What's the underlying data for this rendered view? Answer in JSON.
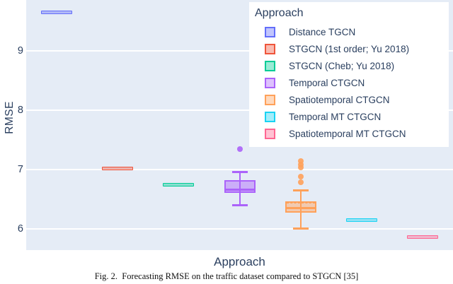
{
  "figure": {
    "caption": "Fig. 2.  Forecasting RMSE on the traffic dataset compared to STGCN [35]"
  },
  "axes": {
    "x_label": "Approach",
    "y_label": "RMSE"
  },
  "legend": {
    "title": "Approach"
  },
  "colors": {
    "plot_background": "#E5ECF6",
    "grid": "#FFFFFF",
    "text": "#2a3f5f",
    "paper": "#FFFFFF"
  },
  "chart_data": {
    "type": "box",
    "title": "",
    "xlabel": "Approach",
    "ylabel": "RMSE",
    "ylim": [
      5.64,
      9.86
    ],
    "yticks": [
      6,
      7,
      8,
      9
    ],
    "grid": true,
    "legend_position": "inside-top-right",
    "series": [
      {
        "name": "Distance TGCN",
        "color": "#636EFA",
        "median": 9.65,
        "q1": 9.65,
        "q3": 9.65,
        "whislo": 9.65,
        "whishi": 9.65,
        "outliers": []
      },
      {
        "name": "STGCN (1st order; Yu 2018)",
        "color": "#EF553B",
        "median": 7.02,
        "q1": 7.02,
        "q3": 7.02,
        "whislo": 7.02,
        "whishi": 7.02,
        "outliers": []
      },
      {
        "name": "STGCN (Cheb; Yu 2018)",
        "color": "#00CC96",
        "median": 6.75,
        "q1": 6.75,
        "q3": 6.75,
        "whislo": 6.75,
        "whishi": 6.75,
        "outliers": []
      },
      {
        "name": "Temporal CTGCN",
        "color": "#AB63FA",
        "median": 6.66,
        "mean": 6.8,
        "q1": 6.61,
        "q3": 6.82,
        "whislo": 6.4,
        "whishi": 6.96,
        "outliers": [
          7.35
        ]
      },
      {
        "name": "Spatiotemporal CTGCN",
        "color": "#FFA15A",
        "median": 6.35,
        "mean": 6.43,
        "q1": 6.27,
        "q3": 6.47,
        "whislo": 6.01,
        "whishi": 6.65,
        "outliers": [
          6.78,
          6.88,
          7.03,
          7.08,
          7.14
        ]
      },
      {
        "name": "Temporal MT CTGCN",
        "color": "#19D3F3",
        "median": 6.15,
        "q1": 6.15,
        "q3": 6.15,
        "whislo": 6.15,
        "whishi": 6.15,
        "outliers": []
      },
      {
        "name": "Spatiotemporal MT CTGCN",
        "color": "#FF6692",
        "median": 5.86,
        "q1": 5.86,
        "q3": 5.86,
        "whislo": 5.86,
        "whishi": 5.86,
        "outliers": []
      }
    ]
  }
}
